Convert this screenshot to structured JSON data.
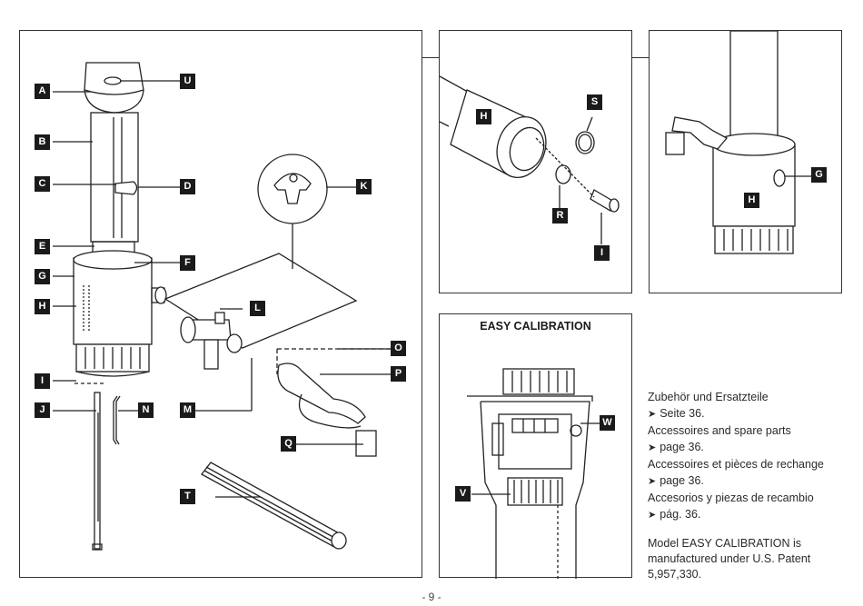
{
  "main_labels": {
    "A": "A",
    "B": "B",
    "C": "C",
    "D": "D",
    "E": "E",
    "F": "F",
    "G": "G",
    "H": "H",
    "I": "I",
    "J": "J",
    "K": "K",
    "L": "L",
    "M": "M",
    "N": "N",
    "O": "O",
    "P": "P",
    "Q": "Q",
    "T": "T",
    "U": "U"
  },
  "detail1_labels": {
    "H": "H",
    "S": "S",
    "R": "R",
    "I": "I"
  },
  "detail2_labels": {
    "G": "G",
    "H": "H"
  },
  "calibration": {
    "title": "EASY CALIBRATION",
    "labels": {
      "W": "W",
      "V": "V"
    }
  },
  "accessories": [
    {
      "text": "Zubehör und Ersatzteile",
      "page": "Seite 36."
    },
    {
      "text": "Accessoires and spare parts",
      "page": "page 36."
    },
    {
      "text": "Accessoires et pièces de rechange",
      "page": "page 36."
    },
    {
      "text": "Accesorios y piezas de recambio",
      "page": "pág. 36."
    }
  ],
  "arrow_glyph": "➤",
  "patent": {
    "line1": "Model EASY CALIBRATION is",
    "line2": "manufactured under U.S. Patent",
    "line3": "5,957,330."
  },
  "page_number": "- 9 -"
}
